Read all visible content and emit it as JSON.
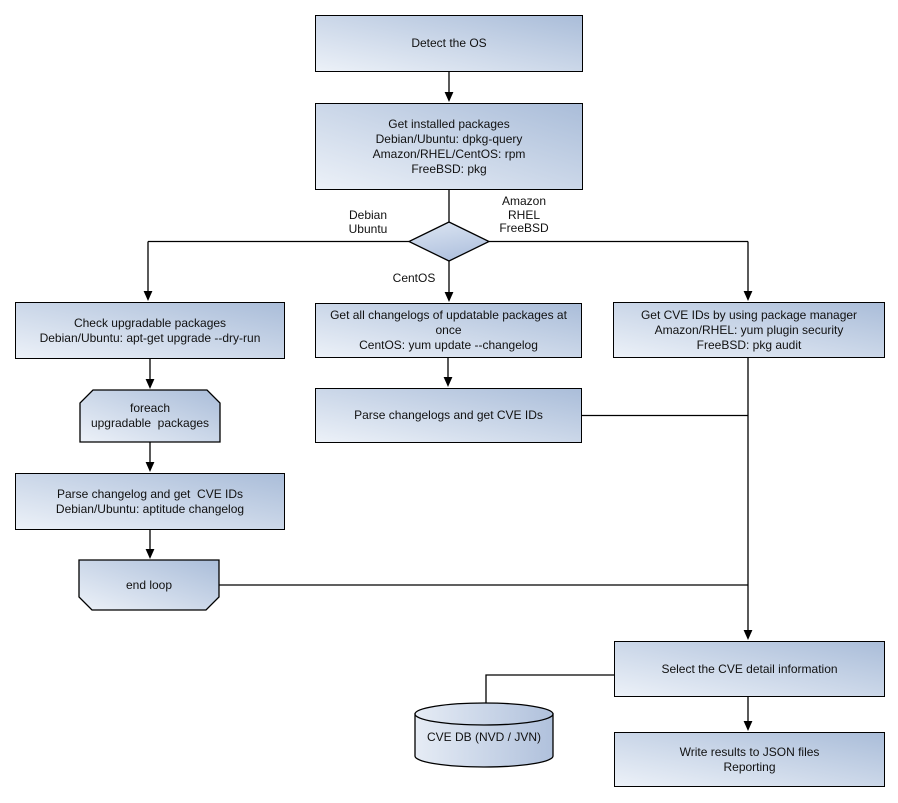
{
  "flowchart": {
    "nodes": {
      "detect_os": "Detect the OS",
      "get_installed_packages": "Get installed packages\nDebian/Ubuntu: dpkg-query\nAmazon/RHEL/CentOS: rpm\nFreeBSD: pkg",
      "check_upgradable": "Check upgradable packages\nDebian/Ubuntu: apt-get upgrade --dry-run",
      "foreach_loop": "foreach\nupgradable  packages",
      "parse_changelog_debian": "Parse changelog and get  CVE IDs\nDebian/Ubuntu: aptitude changelog",
      "end_loop": "end loop",
      "get_all_changelogs": "Get all changelogs of updatable packages at once\nCentOS: yum update --changelog",
      "parse_changelogs_centos": "Parse changelogs and get CVE IDs",
      "get_cve_ids_pkg_manager": "Get CVE IDs by using package manager\nAmazon/RHEL: yum plugin security\nFreeBSD: pkg audit",
      "select_cve_detail": "Select the CVE detail information",
      "write_results": "Write results to JSON files\nReporting",
      "cve_db": "CVE DB (NVD / JVN)"
    },
    "edge_labels": {
      "debian_ubuntu": "Debian\nUbuntu",
      "amazon_rhel_freebsd": "Amazon\nRHEL\nFreeBSD",
      "centos": "CentOS"
    },
    "colors": {
      "node_fill_light": "#ecf1f8",
      "node_fill_dark": "#aabdd9",
      "node_border": "#000000",
      "connector": "#000000",
      "text": "#111111",
      "background": "#ffffff"
    }
  }
}
